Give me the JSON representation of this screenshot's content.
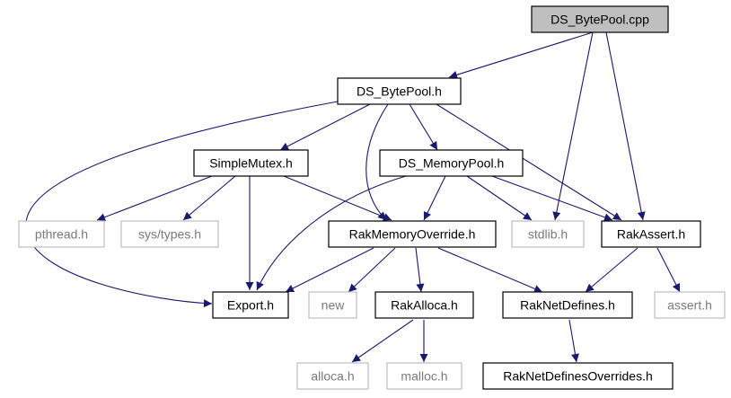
{
  "graph": {
    "nodes": {
      "ds_bytepool_cpp": "DS_BytePool.cpp",
      "ds_bytepool_h": "DS_BytePool.h",
      "simplemutex_h": "SimpleMutex.h",
      "ds_memorypool_h": "DS_MemoryPool.h",
      "pthread_h": "pthread.h",
      "sys_types_h": "sys/types.h",
      "rakmemoryoverride_h": "RakMemoryOverride.h",
      "stdlib_h": "stdlib.h",
      "rakassert_h": "RakAssert.h",
      "export_h": "Export.h",
      "new": "new",
      "rakalloca_h": "RakAlloca.h",
      "raknetdefines_h": "RakNetDefines.h",
      "assert_h": "assert.h",
      "alloca_h": "alloca.h",
      "malloc_h": "malloc.h",
      "raknetdefinesoverrides_h": "RakNetDefinesOverrides.h"
    },
    "colors": {
      "edge": "#191970",
      "main_fill": "#bfbfbf",
      "system_border": "#bfbfbf",
      "system_text": "#7a7a7a"
    }
  }
}
